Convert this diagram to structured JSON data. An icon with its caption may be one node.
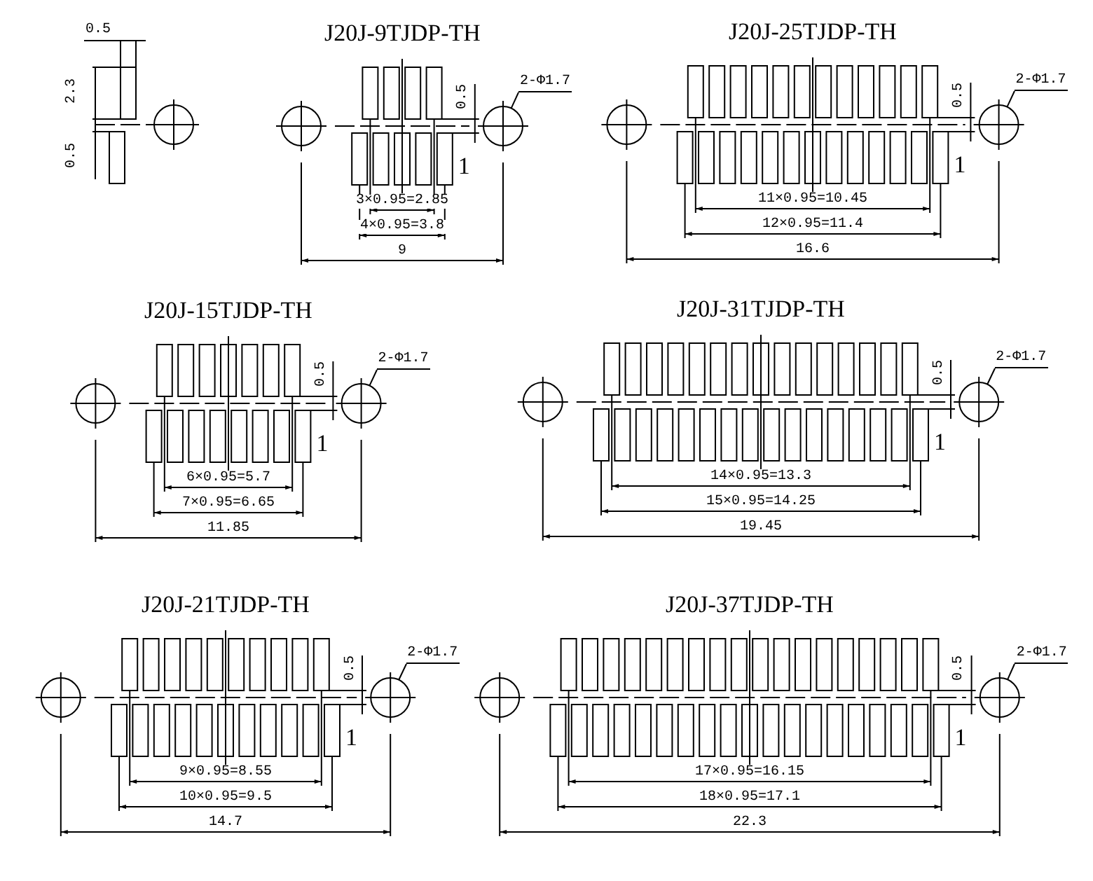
{
  "diagram": {
    "nodes": [
      {
        "text": [],
        "shape": "circle"
      },
      {
        "text": [],
        "shape": "circle"
      },
      {
        "text": [
          "2-Φ1.7"
        ]
      },
      {
        "text": [],
        "shape": "circle"
      },
      {
        "text": [],
        "shape": "circle"
      },
      {
        "text": [
          "2-Φ1.7"
        ]
      },
      {
        "text": [],
        "shape": "circle"
      },
      {
        "text": [],
        "shape": "circle"
      },
      {
        "text": [
          "2-Φ1.7"
        ]
      },
      {
        "text": [],
        "shape": "circle"
      },
      {
        "text": [],
        "shape": "circle"
      },
      {
        "text": [
          "2-Φ1.7"
        ]
      },
      {
        "text": [],
        "shape": "circle"
      },
      {
        "text": [],
        "shape": "circle"
      },
      {
        "text": [
          "2-Φ1.7"
        ]
      },
      {
        "text": [],
        "shape": "circle"
      },
      {
        "text": [],
        "shape": "circle"
      },
      {
        "text": [
          "2-Φ1.7"
        ]
      },
      {
        "text": [],
        "shape": "circle"
      }
    ],
    "edges": [
      {
        "from": 2,
        "to": 3,
        "arrow": "none"
      },
      {
        "from": 5,
        "to": 6,
        "arrow": "none"
      },
      {
        "from": 8,
        "to": 9,
        "arrow": "none"
      },
      {
        "from": 11,
        "to": 12,
        "arrow": "none"
      },
      {
        "from": 14,
        "to": 15,
        "arrow": "none"
      },
      {
        "from": 17,
        "to": 18,
        "arrow": "none"
      }
    ],
    "labels": [
      "0.5",
      "2.3",
      "0.5",
      "J20J-9TJDP-TH",
      "0.5",
      "1",
      "3×0.95=2.85",
      "4×0.95=3.8",
      "9",
      "J20J-25TJDP-TH",
      "0.5",
      "1",
      "11×0.95=10.45",
      "12×0.95=11.4",
      "16.6",
      "J20J-15TJDP-TH",
      "0.5",
      "1",
      "6×0.95=5.7",
      "7×0.95=6.65",
      "11.85",
      "J20J-31TJDP-TH",
      "0.5",
      "1",
      "14×0.95=13.3",
      "15×0.95=14.25",
      "19.45",
      "J20J-21TJDP-TH",
      "0.5",
      "1",
      "9×0.95=8.55",
      "10×0.95=9.5",
      "14.7",
      "J20J-37TJDP-TH",
      "0.5",
      "1",
      "17×0.95=16.15",
      "18×0.95=17.1",
      "22.3"
    ]
  }
}
